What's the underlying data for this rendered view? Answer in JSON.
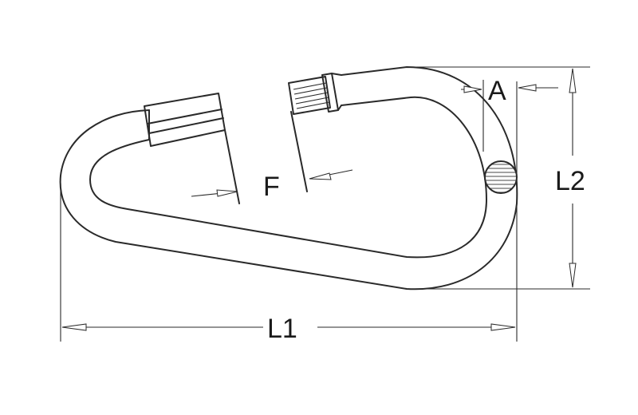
{
  "diagram": {
    "labels": {
      "a": "A",
      "f": "F",
      "l1": "L1",
      "l2": "L2"
    },
    "colors": {
      "line": "#2a2a2a",
      "background": "#ffffff",
      "section_fill": "#9a9a9a"
    }
  }
}
